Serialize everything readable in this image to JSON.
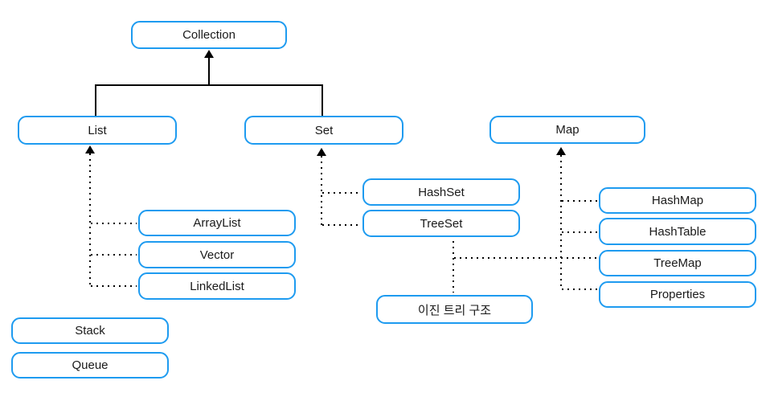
{
  "diagram": {
    "nodes": {
      "collection": {
        "label": "Collection"
      },
      "list": {
        "label": "List"
      },
      "set": {
        "label": "Set"
      },
      "map": {
        "label": "Map"
      },
      "arraylist": {
        "label": "ArrayList"
      },
      "vector": {
        "label": "Vector"
      },
      "linkedlist": {
        "label": "LinkedList"
      },
      "stack": {
        "label": "Stack"
      },
      "queue": {
        "label": "Queue"
      },
      "hashset": {
        "label": "HashSet"
      },
      "treeset": {
        "label": "TreeSet"
      },
      "binary_tree": {
        "label": "이진 트리 구조"
      },
      "hashmap": {
        "label": "HashMap"
      },
      "hashtable": {
        "label": "HashTable"
      },
      "treemap": {
        "label": "TreeMap"
      },
      "properties": {
        "label": "Properties"
      }
    },
    "edges": [
      {
        "from": "List",
        "to": "Collection",
        "style": "solid-arrow"
      },
      {
        "from": "Set",
        "to": "Collection",
        "style": "solid-arrow"
      },
      {
        "from": "ArrayList",
        "to": "List",
        "style": "dotted-arrow"
      },
      {
        "from": "Vector",
        "to": "List",
        "style": "dotted-arrow"
      },
      {
        "from": "LinkedList",
        "to": "List",
        "style": "dotted-arrow"
      },
      {
        "from": "HashSet",
        "to": "Set",
        "style": "dotted-arrow"
      },
      {
        "from": "TreeSet",
        "to": "Set",
        "style": "dotted-arrow"
      },
      {
        "from": "TreeSet",
        "to": "이진 트리 구조",
        "style": "dotted"
      },
      {
        "from": "이진 트리 구조",
        "to": "TreeMap",
        "style": "dotted"
      },
      {
        "from": "HashMap",
        "to": "Map",
        "style": "dotted-arrow"
      },
      {
        "from": "HashTable",
        "to": "Map",
        "style": "dotted-arrow"
      },
      {
        "from": "Properties",
        "to": "Map",
        "style": "dotted-arrow"
      }
    ],
    "colors": {
      "node_border": "#1E9BF0",
      "node_fill": "#FFFFFF",
      "connector": "#000000",
      "text": "#1A1A1A",
      "background": "#FFFFFF"
    }
  }
}
